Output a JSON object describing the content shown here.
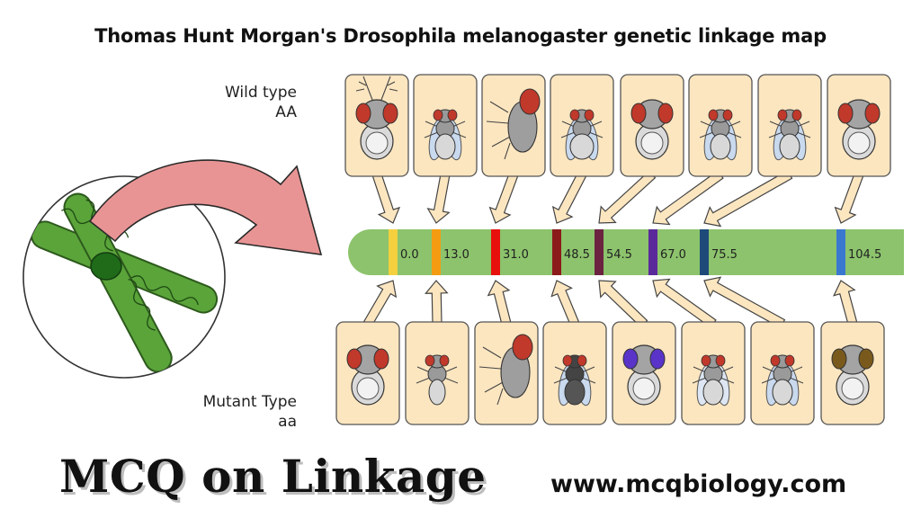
{
  "title": "Thomas Hunt Morgan's Drosophila melanogaster genetic linkage map",
  "wild_label": {
    "line1": "Wild type",
    "line2": "AA"
  },
  "mutant_label": {
    "line1": "Mutant Type",
    "line2": "aa"
  },
  "loci": [
    {
      "position": "0.0",
      "color": "#f4d03f"
    },
    {
      "position": "13.0",
      "color": "#f39c12"
    },
    {
      "position": "31.0",
      "color": "#e8100c"
    },
    {
      "position": "48.5",
      "color": "#8b1a1a"
    },
    {
      "position": "54.5",
      "color": "#6b2340"
    },
    {
      "position": "67.0",
      "color": "#5b2a9a"
    },
    {
      "position": "75.5",
      "color": "#1e4a7a"
    },
    {
      "position": "104.5",
      "color": "#3a78d0"
    }
  ],
  "colors": {
    "chromosome": "#8cc36c",
    "card_fill": "#fce6c0",
    "card_stroke": "#555555",
    "big_arrow": "#e99494",
    "chromosome_sketch": "#5aa43a"
  },
  "footer": {
    "heading": "MCQ on Linkage",
    "website": "www.mcqbiology.com"
  }
}
